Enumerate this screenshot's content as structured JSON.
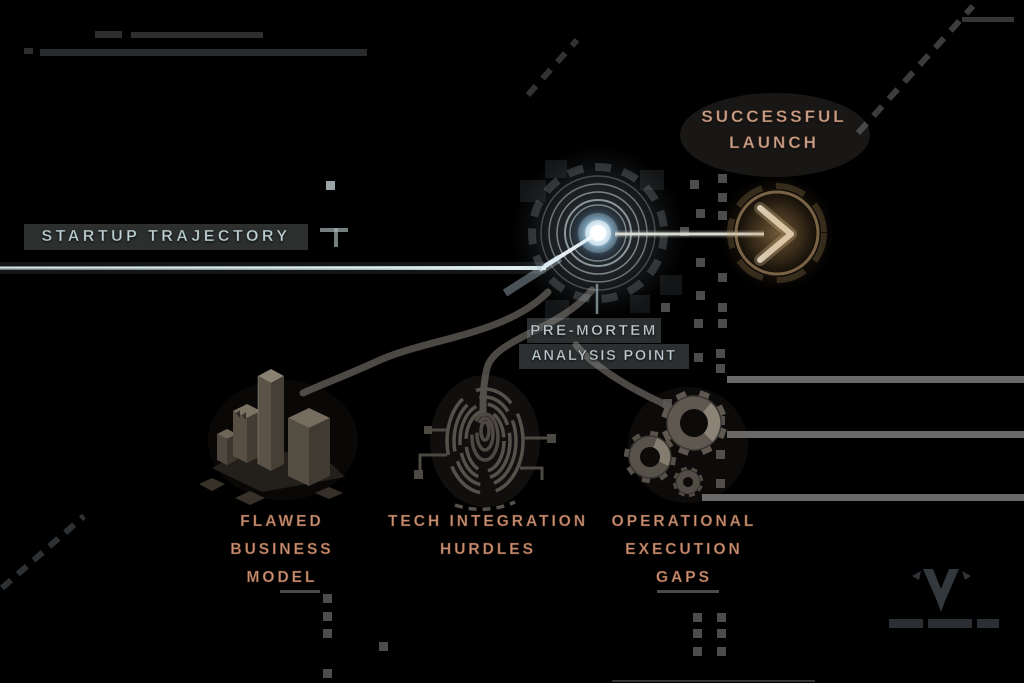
{
  "diagram": {
    "background": "#000000",
    "trajectory": {
      "label": "STARTUP TRAJECTORY"
    },
    "launch": {
      "line1": "SUCCESSFUL",
      "line2": "LAUNCH"
    },
    "node": {
      "line1": "PRE-MORTEM",
      "line2": "ANALYSIS POINT"
    },
    "causes": [
      {
        "icon": "buildings-icon",
        "lines": [
          "FLAWED",
          "BUSINESS",
          "MODEL"
        ]
      },
      {
        "icon": "fingerprint-icon",
        "lines": [
          "TECH INTEGRATION",
          "HURDLES"
        ]
      },
      {
        "icon": "gears-icon",
        "lines": [
          "OPERATIONAL",
          "EXECUTION",
          "GAPS"
        ]
      }
    ],
    "colors": {
      "trajectory_text": "#c2d1d1",
      "launch_text": "#c9a18b",
      "node_text": "#c3cccf",
      "cause_text": "#c98f72",
      "node_glow_blue": "#a8d8ef",
      "launch_glow_gold": "#c89a5e",
      "branch_gray": "#5a5651",
      "accent_bar_gray": "#696969"
    }
  }
}
